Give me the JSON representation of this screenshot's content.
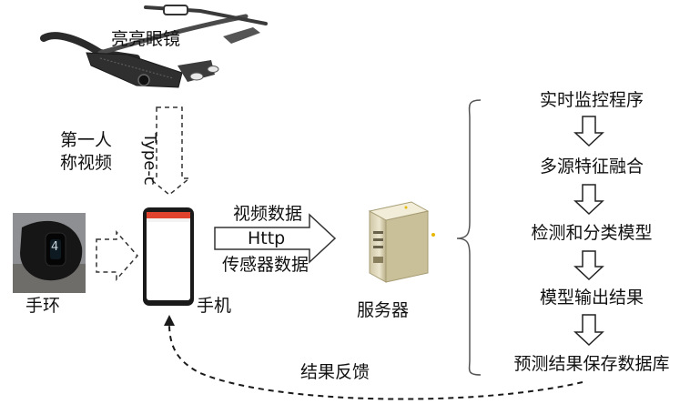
{
  "glasses": {
    "label": "亮亮眼镜"
  },
  "connection": {
    "type_label": "Type-c"
  },
  "video_source": {
    "line1": "第一人",
    "line2": "称视频"
  },
  "band": {
    "label": "手环",
    "screen_text": "4"
  },
  "phone": {
    "label": "手机"
  },
  "transfer": {
    "top": "视频数据",
    "middle": "Http",
    "bottom": "传感器数据"
  },
  "server": {
    "label": "服务器"
  },
  "pipeline": {
    "steps": [
      "实时监控程序",
      "多源特征融合",
      "检测和分类模型",
      "模型输出结果",
      "预测结果保存数据库"
    ]
  },
  "feedback": {
    "label": "结果反馈"
  }
}
